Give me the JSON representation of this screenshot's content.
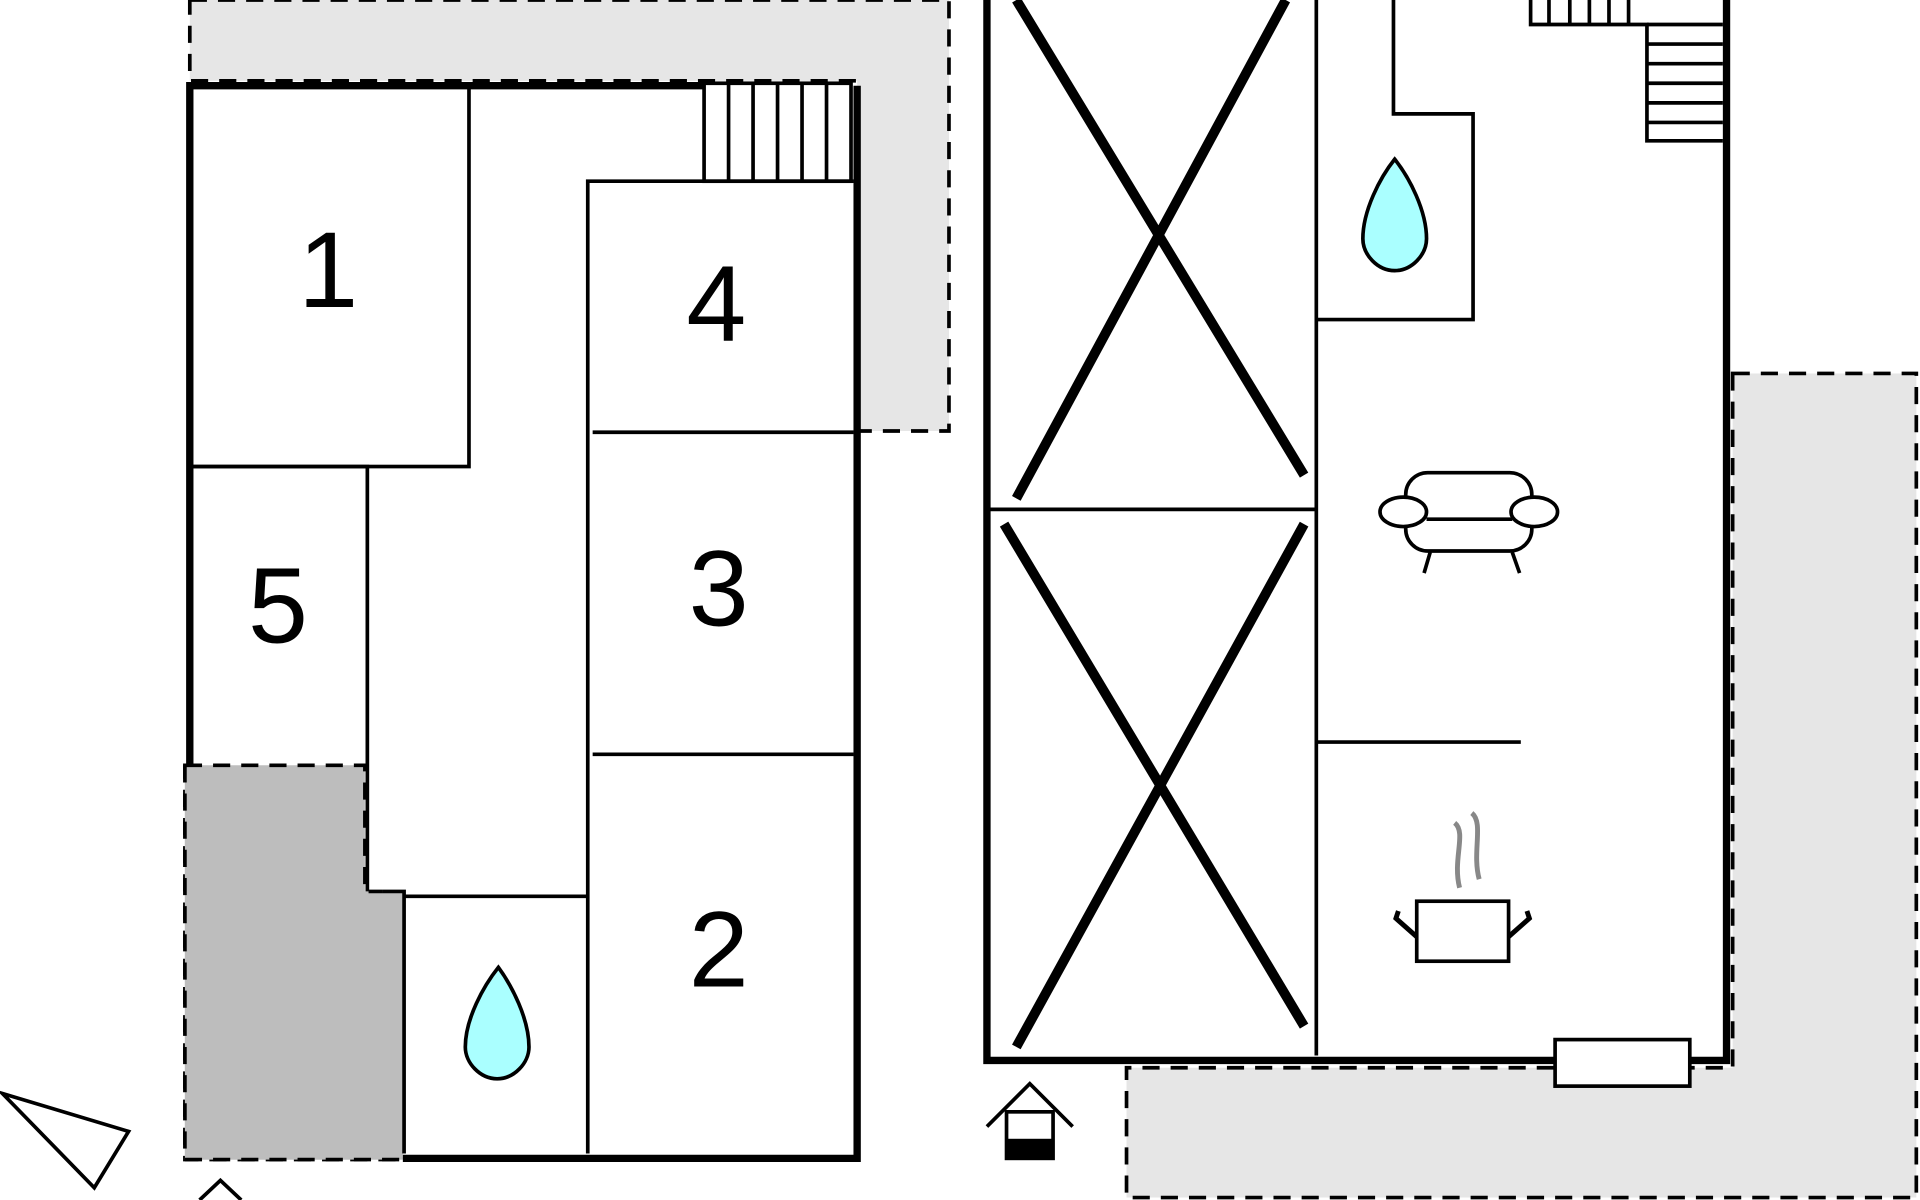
{
  "floorplan": {
    "rooms": [
      {
        "id": "room-1",
        "label": "1"
      },
      {
        "id": "room-2",
        "label": "2"
      },
      {
        "id": "room-3",
        "label": "3"
      },
      {
        "id": "room-4",
        "label": "4"
      },
      {
        "id": "room-5",
        "label": "5"
      }
    ],
    "icons": [
      "water-drop-icon",
      "sofa-icon",
      "cooking-pot-icon",
      "entrance-icon",
      "compass-icon",
      "stairs"
    ],
    "colors": {
      "terrace": "#e6e6e6",
      "covered": "#bdbdbd",
      "water": "#aaffff",
      "wall": "#000000"
    }
  }
}
